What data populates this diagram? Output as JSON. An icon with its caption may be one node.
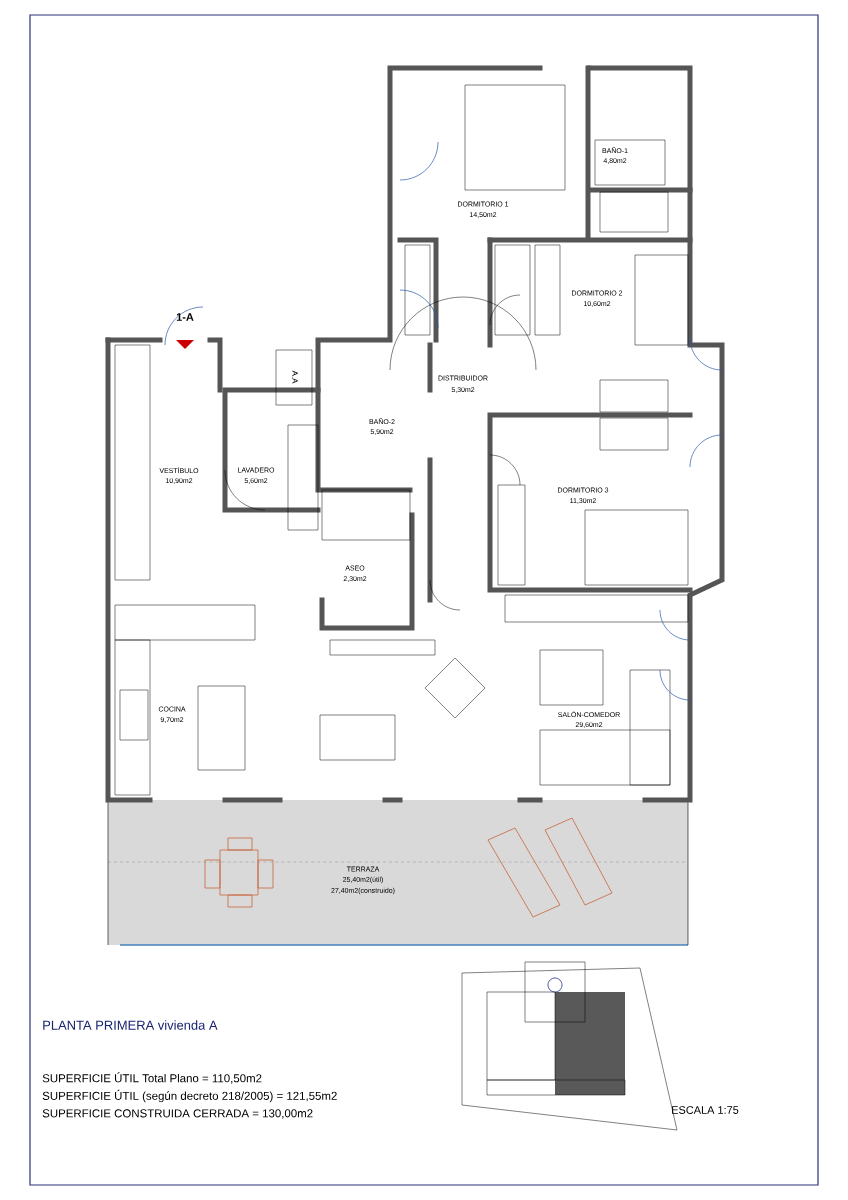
{
  "diagram": {
    "title": "PLANTA PRIMERA vivienda A",
    "labels": [
      "1-A",
      "DORMITORIO 1",
      "14,50m2",
      "BAÑO-1",
      "4,80m2",
      "DORMITORIO 2",
      "10,60m2",
      "A.A",
      "DISTRIBUIDOR",
      "5,30m2",
      "BAÑO-2",
      "5,90m2",
      "VESTÍBULO",
      "10,90m2",
      "LAVADERO",
      "5,60m2",
      "DORMITORIO 3",
      "11,30m2",
      "ASEO",
      "2,30m2",
      "COCINA",
      "9,70m2",
      "SALÓN-COMEDOR",
      "29,60m2",
      "TERRAZA",
      "25,40m2(útil)",
      "27,40m2(construido)",
      "SUPERFICIE ÚTIL Total Plano = 110,50m2",
      "SUPERFICIE ÚTIL (según decreto 218/2005) = 121,55m2",
      "SUPERFICIE CONSTRUIDA CERRADA = 130,00m2",
      "ESCALA 1:75"
    ]
  }
}
